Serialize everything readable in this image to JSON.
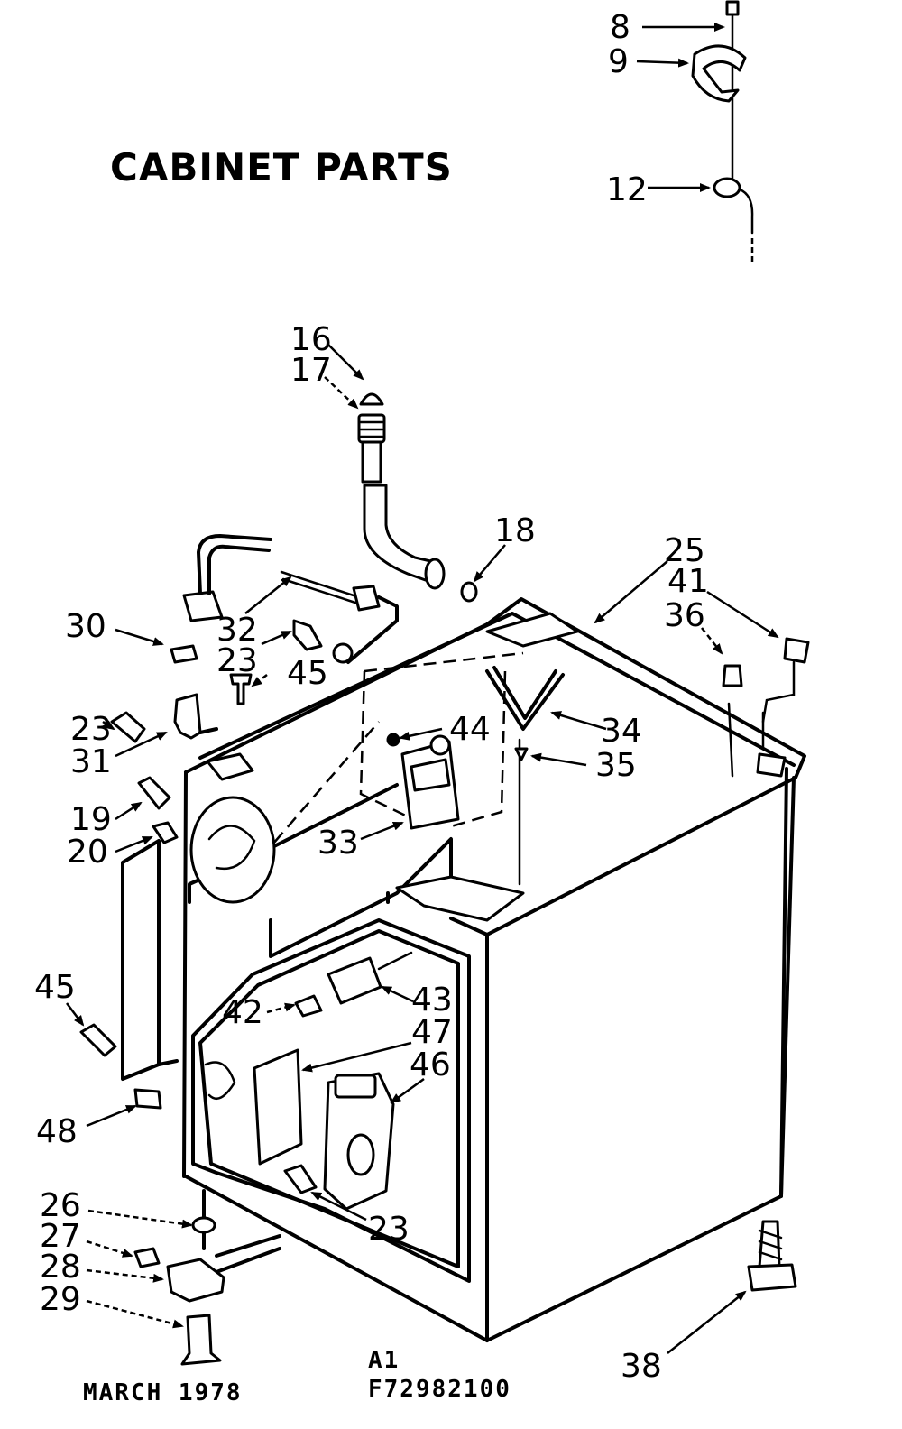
{
  "title": "CABINET PARTS",
  "footer": {
    "date": "MARCH 1978",
    "code_line1": "A1",
    "code_line2": "F72982100"
  },
  "labels": [
    "8",
    "9",
    "12",
    "16",
    "17",
    "18",
    "25",
    "41",
    "36",
    "30",
    "32",
    "23",
    "45",
    "23",
    "31",
    "44",
    "34",
    "35",
    "19",
    "20",
    "33",
    "45",
    "42",
    "43",
    "47",
    "46",
    "48",
    "23",
    "26",
    "27",
    "28",
    "29",
    "38"
  ],
  "icons": {
    "cabinet": "cabinet-body",
    "arrow": "leader-arrow"
  }
}
